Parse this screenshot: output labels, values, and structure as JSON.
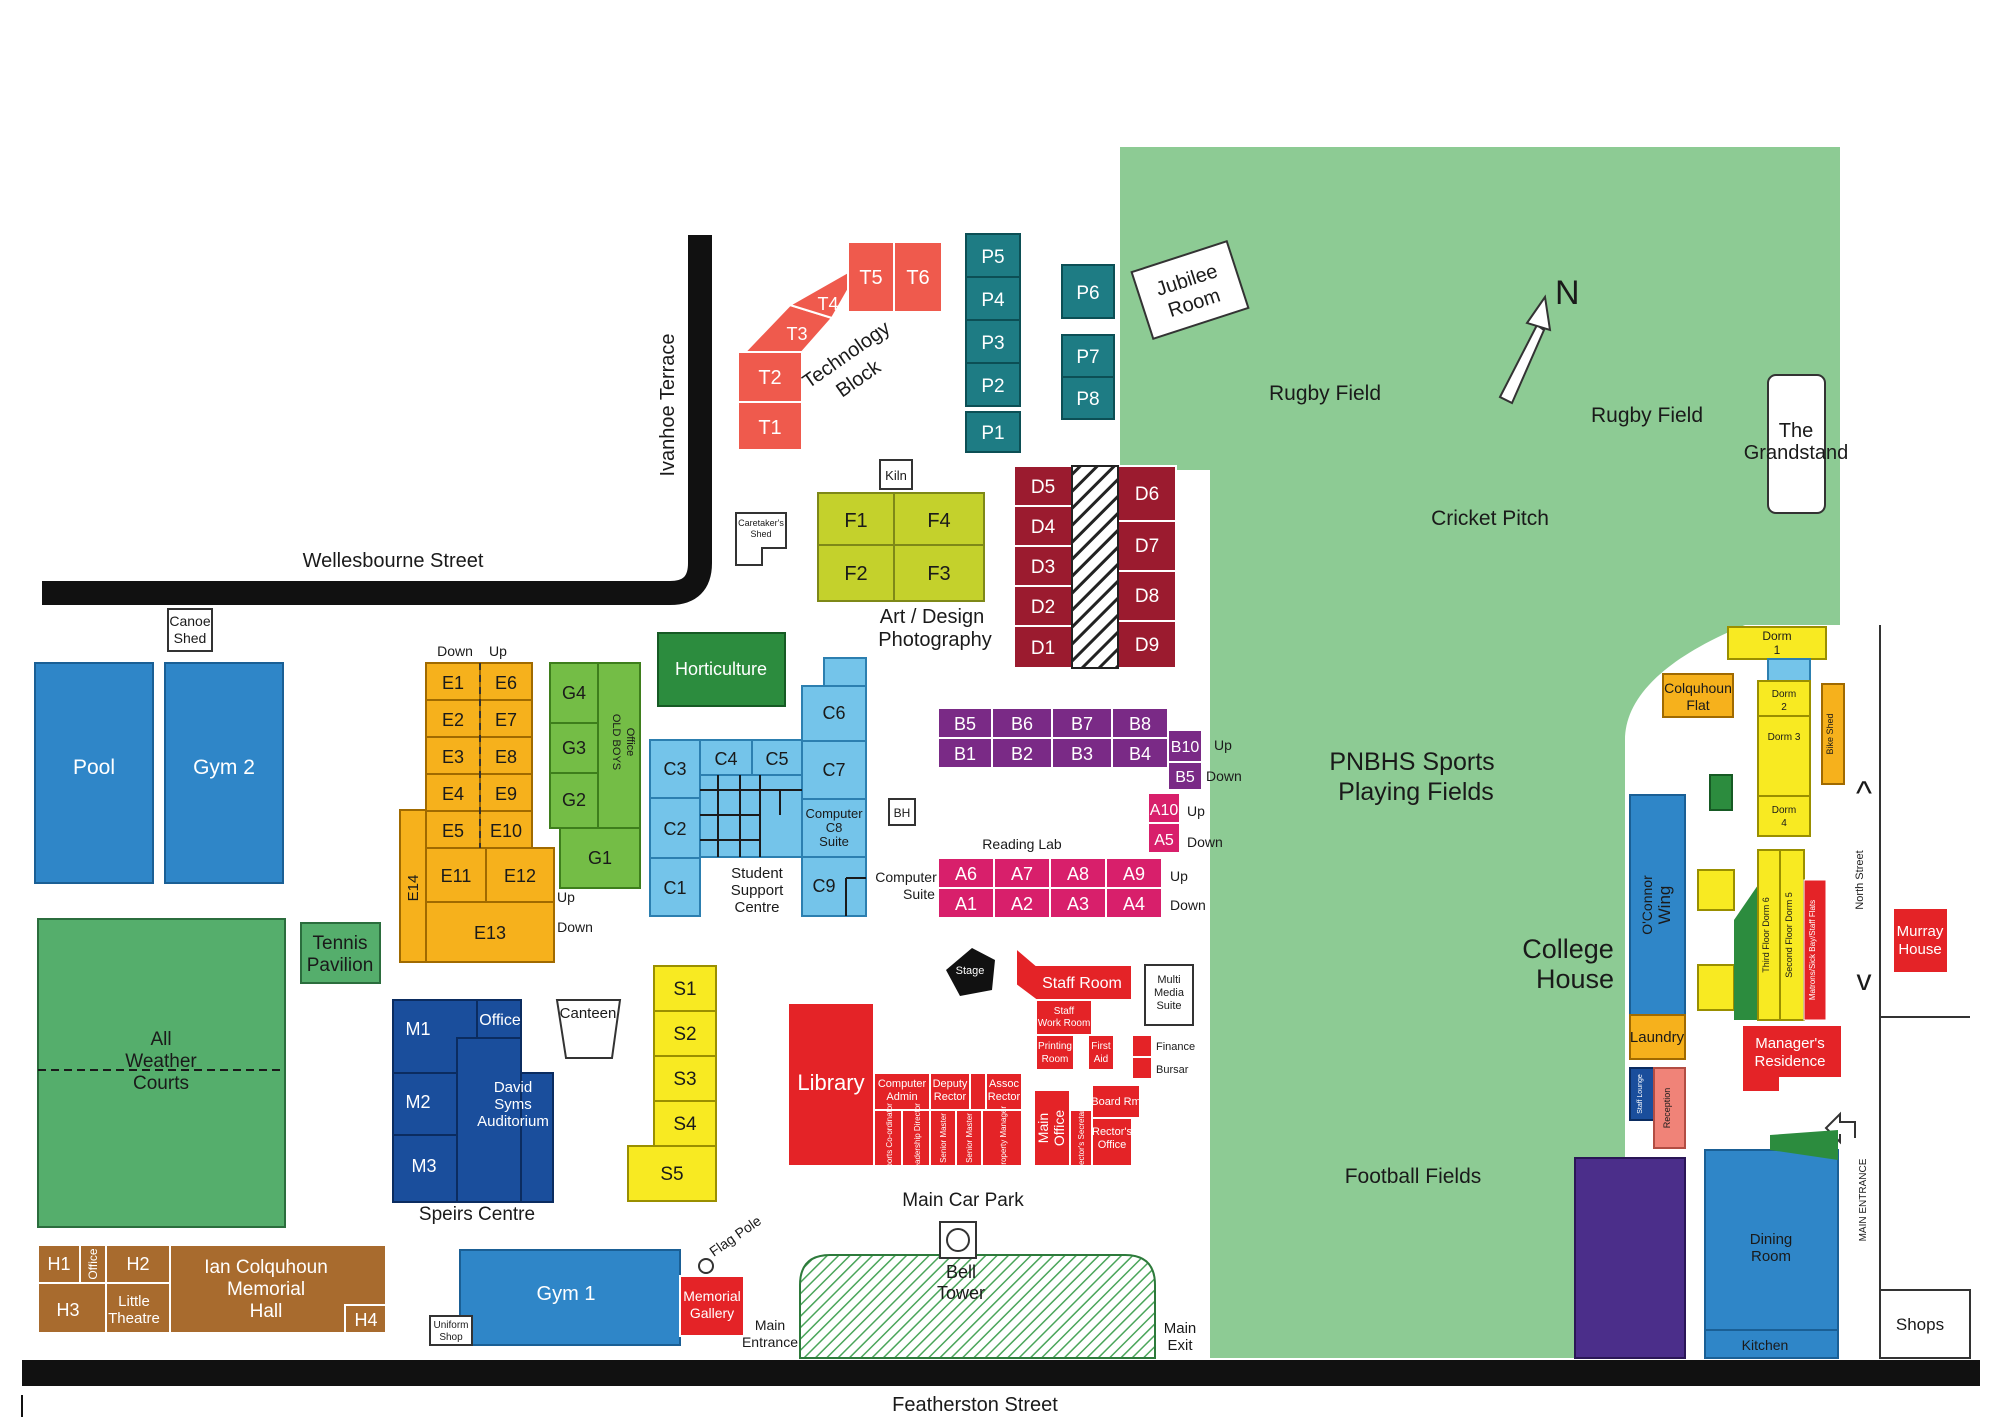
{
  "streets": {
    "wellesbourne": "Wellesbourne Street",
    "ivanhoe": "Ivanhoe Terrace",
    "featherston": "Featherston Street",
    "north": "North Street",
    "main_entrance_side": "MAIN ENTRANCE"
  },
  "fields": {
    "rugby1": "Rugby Field",
    "rugby2": "Rugby Field",
    "cricket": "Cricket Pitch",
    "sports_1": "PNBHS Sports",
    "sports_2": "Playing Fields",
    "football": "Football Fields"
  },
  "compass": "N",
  "grandstand": [
    "The",
    "Grandstand"
  ],
  "jubilee": [
    "Jubilee",
    "Room"
  ],
  "technology": {
    "rooms": [
      "T1",
      "T2",
      "T3",
      "T4",
      "T5",
      "T6"
    ],
    "label": [
      "Technology",
      "Block"
    ]
  },
  "p_rooms": [
    "P1",
    "P2",
    "P3",
    "P4",
    "P5",
    "P6",
    "P7",
    "P8"
  ],
  "kiln": "Kiln",
  "caretaker": [
    "Caretaker's",
    "Shed"
  ],
  "art": {
    "rooms": [
      "F1",
      "F2",
      "F3",
      "F4"
    ],
    "label": [
      "Art / Design",
      "Photography"
    ]
  },
  "d_rooms": [
    "D1",
    "D2",
    "D3",
    "D4",
    "D5",
    "D6",
    "D7",
    "D8",
    "D9"
  ],
  "canoe": [
    "Canoe",
    "Shed"
  ],
  "pool": "Pool",
  "gym2": "Gym 2",
  "e_block": {
    "rooms": [
      "E1",
      "E2",
      "E3",
      "E4",
      "E5",
      "E6",
      "E7",
      "E8",
      "E9",
      "E10",
      "E11",
      "E12",
      "E13",
      "E14"
    ],
    "down": "Down",
    "up": "Up"
  },
  "g_block": {
    "rooms": [
      "G1",
      "G2",
      "G3",
      "G4"
    ],
    "old_boys": [
      "OLD BOYS",
      "Office"
    ]
  },
  "horticulture": "Horticulture",
  "c_block": {
    "rooms": [
      "C1",
      "C2",
      "C3",
      "C4",
      "C5",
      "C6",
      "C7",
      "C9"
    ],
    "computer": [
      "Computer",
      "C8",
      "Suite"
    ],
    "support": [
      "Student",
      "Support",
      "Centre"
    ]
  },
  "bh": "BH",
  "b_block": {
    "rooms": [
      "B1",
      "B2",
      "B3",
      "B4",
      "B5",
      "B6",
      "B7",
      "B8",
      "B10",
      "B5"
    ],
    "up": "Up",
    "down": "Down"
  },
  "a_block": {
    "rooms": [
      "A1",
      "A2",
      "A3",
      "A4",
      "A5",
      "A6",
      "A7",
      "A8",
      "A9",
      "A10"
    ],
    "reading_lab": "Reading Lab",
    "computer_suite": [
      "Computer",
      "Suite"
    ],
    "up": "Up",
    "down": "Down"
  },
  "tennis": [
    "Tennis",
    "Pavilion"
  ],
  "weather_courts": [
    "All",
    "Weather",
    "Courts"
  ],
  "m_block": {
    "rooms": [
      "M1",
      "M2",
      "M3"
    ],
    "office": "Office",
    "auditorium": [
      "David",
      "Syms",
      "Auditorium"
    ],
    "speirs": "Speirs Centre"
  },
  "canteen": "Canteen",
  "s_rooms": [
    "S1",
    "S2",
    "S3",
    "S4",
    "S5"
  ],
  "stage": "Stage",
  "admin": {
    "library": "Library",
    "staff_room": "Staff Room",
    "staff_work": [
      "Staff",
      "Work Room"
    ],
    "printing": [
      "Printing",
      "Room"
    ],
    "first_aid": [
      "First",
      "Aid"
    ],
    "multimedia": [
      "Multi",
      "Media",
      "Suite"
    ],
    "finance": "Finance",
    "bursar": "Bursar",
    "board": "Board Rm",
    "rectors_office": [
      "Rector's",
      "Office"
    ],
    "computer_admin": [
      "Computer",
      "Admin"
    ],
    "deputy": [
      "Deputy",
      "Rector"
    ],
    "assoc": [
      "Assoc",
      "Rector"
    ],
    "main_office": [
      "Main",
      "Office"
    ],
    "vertical_rooms": [
      "Sports Co-ordinator",
      "Leadership Director",
      "Senior Master",
      "Senior Master",
      "Property Manager",
      "Rector's Secretary"
    ]
  },
  "h_block": {
    "rooms": [
      "H1",
      "H2",
      "H3",
      "H4"
    ],
    "office": "Office",
    "little_theatre": [
      "Little",
      "Theatre"
    ],
    "memorial_hall": [
      "Ian Colquhoun",
      "Memorial",
      "Hall"
    ]
  },
  "gym1": "Gym 1",
  "uniform": [
    "Uniform",
    "Shop"
  ],
  "memorial_gallery": [
    "Memorial",
    "Gallery"
  ],
  "flag_pole": "Flag Pole",
  "car_park": "Main Car Park",
  "bell_tower": [
    "Bell",
    "Tower"
  ],
  "main_entrance": [
    "Main",
    "Entrance"
  ],
  "main_exit": [
    "Main",
    "Exit"
  ],
  "college_house": {
    "title": [
      "College",
      "House"
    ],
    "oconnor": [
      "O'Connor",
      "Wing"
    ],
    "laundry": "Laundry",
    "colquhoun_flat": [
      "Colquhoun",
      "Flat"
    ],
    "managers": [
      "Manager's",
      "Residence"
    ],
    "dining": [
      "Dining",
      "Room"
    ],
    "kitchen": "Kitchen",
    "dorm1": [
      "Dorm",
      "1"
    ],
    "dorm2": [
      "Dorm",
      "2"
    ],
    "dorm3": "Dorm 3",
    "dorm4": [
      "Dorm",
      "4"
    ],
    "bike_shed": "Bike Shed",
    "reception": "Reception",
    "staff_lounge": "Staff Lounge",
    "third_floor": "Third Floor Dorm 6",
    "second_floor": "Second Floor Dorm 5",
    "matrons": "Matrons/Sick Bay/Staff Flats"
  },
  "murray": [
    "Murray",
    "House"
  ],
  "shops": "Shops",
  "colors": {
    "field": "#8dcb94",
    "tech": "#ef5a4d",
    "teal": "#1e7c84",
    "lime": "#c4d12c",
    "maroon": "#9b1b2f",
    "blue": "#2f86c8",
    "orange": "#f6b11c",
    "green": "#74bd46",
    "dkgreen": "#2c8c3e",
    "lightblue": "#74c4ea",
    "purple": "#7a2a86",
    "magenta": "#d81f6b",
    "navy": "#1a4e9c",
    "yellow": "#f8ea22",
    "red": "#e42327",
    "brown": "#a86b2e",
    "courts": "#55ae6c",
    "indigo": "#4b2e8a"
  }
}
